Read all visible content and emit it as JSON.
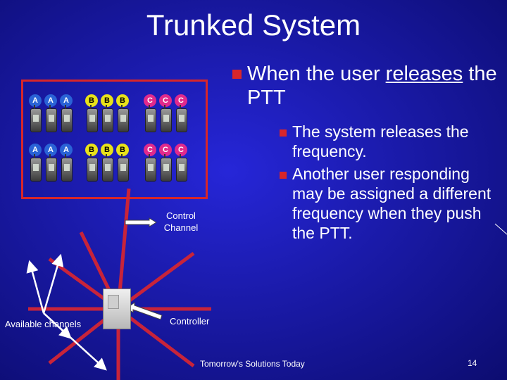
{
  "title": "Trunked System",
  "bullets": {
    "main_prefix": "When the user ",
    "main_underlined": "releases",
    "main_suffix": " the PTT",
    "sub1": "The system releases the frequency.",
    "sub2": "Another user responding may be assigned a different frequency when they push the PTT."
  },
  "diagram": {
    "control_channel_label": "Control Channel",
    "available_channels_label": "Available channels",
    "controller_label": "Controller",
    "radio_groups": [
      {
        "letter": "A",
        "color": "#2a63d6"
      },
      {
        "letter": "B",
        "color": "#e8e21a"
      },
      {
        "letter": "C",
        "color": "#e02a8c"
      }
    ]
  },
  "footer": {
    "tagline": "Tomorrow's Solutions Today",
    "page_number": "14"
  },
  "colors": {
    "accent_red": "#d8262a",
    "background": "#1a1aa8"
  }
}
